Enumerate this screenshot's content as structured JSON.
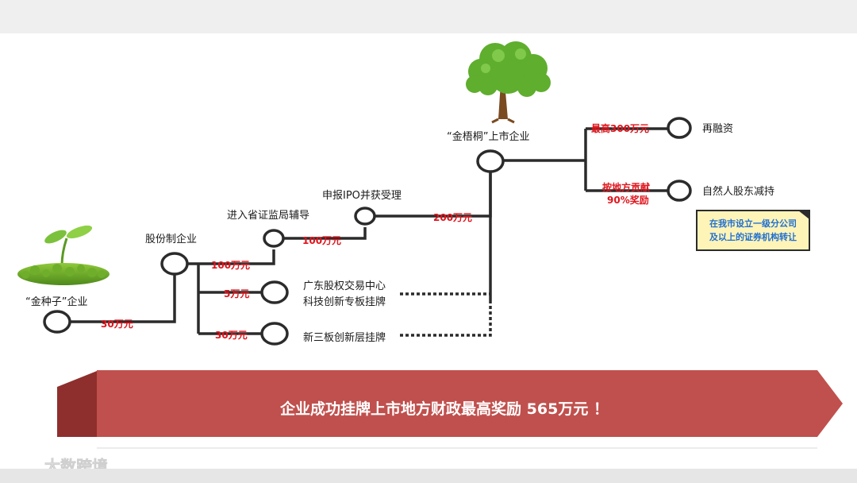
{
  "nodes": {
    "seed": "“金种子”企业",
    "joint_stock": "股份制企业",
    "provincial": "进入省证监局辅导",
    "ipo": "申报IPO并获受理",
    "listed": "“金梧桐”上市企业",
    "refinance": "再融资",
    "reduction": "自然人股东减持",
    "gd_board_line1": "广东股权交易中心",
    "gd_board_line2": "科技创新专板挂牌",
    "neeq": "新三板创新层挂牌"
  },
  "amounts": {
    "seed_to_joint": "30万元",
    "joint_to_provincial": "100万元",
    "provincial_to_ipo": "100万元",
    "ipo_to_listed": "200万元",
    "listed_to_refinance": "最高300万元",
    "listed_to_reduction_line1": "按地方贡献",
    "listed_to_reduction_line2": "90%奖励",
    "joint_to_gd": "5万元",
    "joint_to_neeq": "30万元"
  },
  "note": {
    "line1": "在我市设立一级分公司",
    "line2": "及以上的证券机构转让"
  },
  "banner": {
    "text": "企业成功挂牌上市地方财政最高奖励 565万元  ！"
  },
  "watermark": {
    "text": "大数跨境"
  },
  "colors": {
    "amount_red": "#e0141c",
    "banner_red": "#c0504d",
    "banner_dark": "#8e2f2d",
    "note_fill": "#fff4b8",
    "note_text": "#1f6fd1"
  }
}
